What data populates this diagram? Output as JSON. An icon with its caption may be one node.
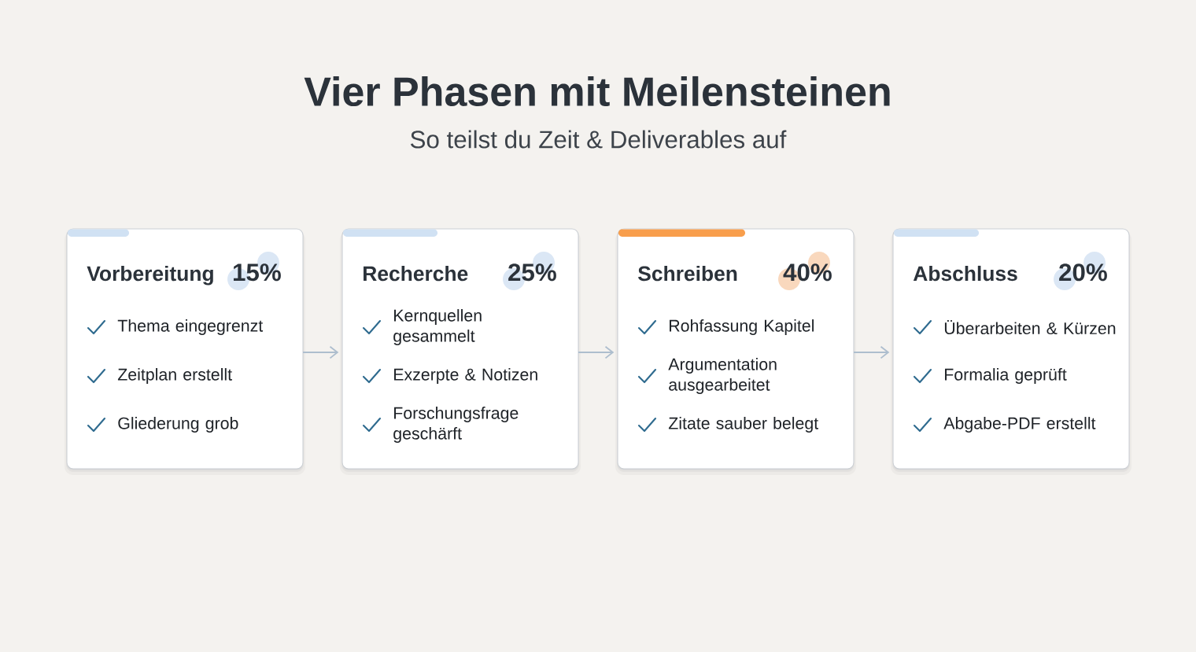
{
  "diagram": {
    "title": "Vier Phasen mit Meilensteinen",
    "nodes": [
      {
        "text": [
          "Vorbereitung",
          "15%",
          "Thema eingegrenzt",
          "Zeitplan erstellt",
          "Gliederung grob"
        ]
      },
      {
        "text": [
          "Recherche",
          "25%",
          "Kernquellen gesammelt",
          "Exzerpte & Notizen",
          "Forschungsfrage geschärft"
        ]
      },
      {
        "text": [
          "Schreiben",
          "40%",
          "Rohfassung Kapitel",
          "Argumentation ausgearbeitet",
          "Zitate sauber belegt"
        ]
      },
      {
        "text": [
          "Abschluss",
          "20%",
          "Überarbeiten & Kürzen",
          "Formalia geprüft",
          "Abgabe-PDF erstellt"
        ]
      }
    ],
    "edges": [
      {
        "from": 0,
        "to": 1,
        "arrow": "to"
      },
      {
        "from": 1,
        "to": 2,
        "arrow": "to"
      },
      {
        "from": 2,
        "to": 3,
        "arrow": "to"
      }
    ],
    "labels": [
      "So teilst du Zeit & Deliverables auf"
    ]
  }
}
